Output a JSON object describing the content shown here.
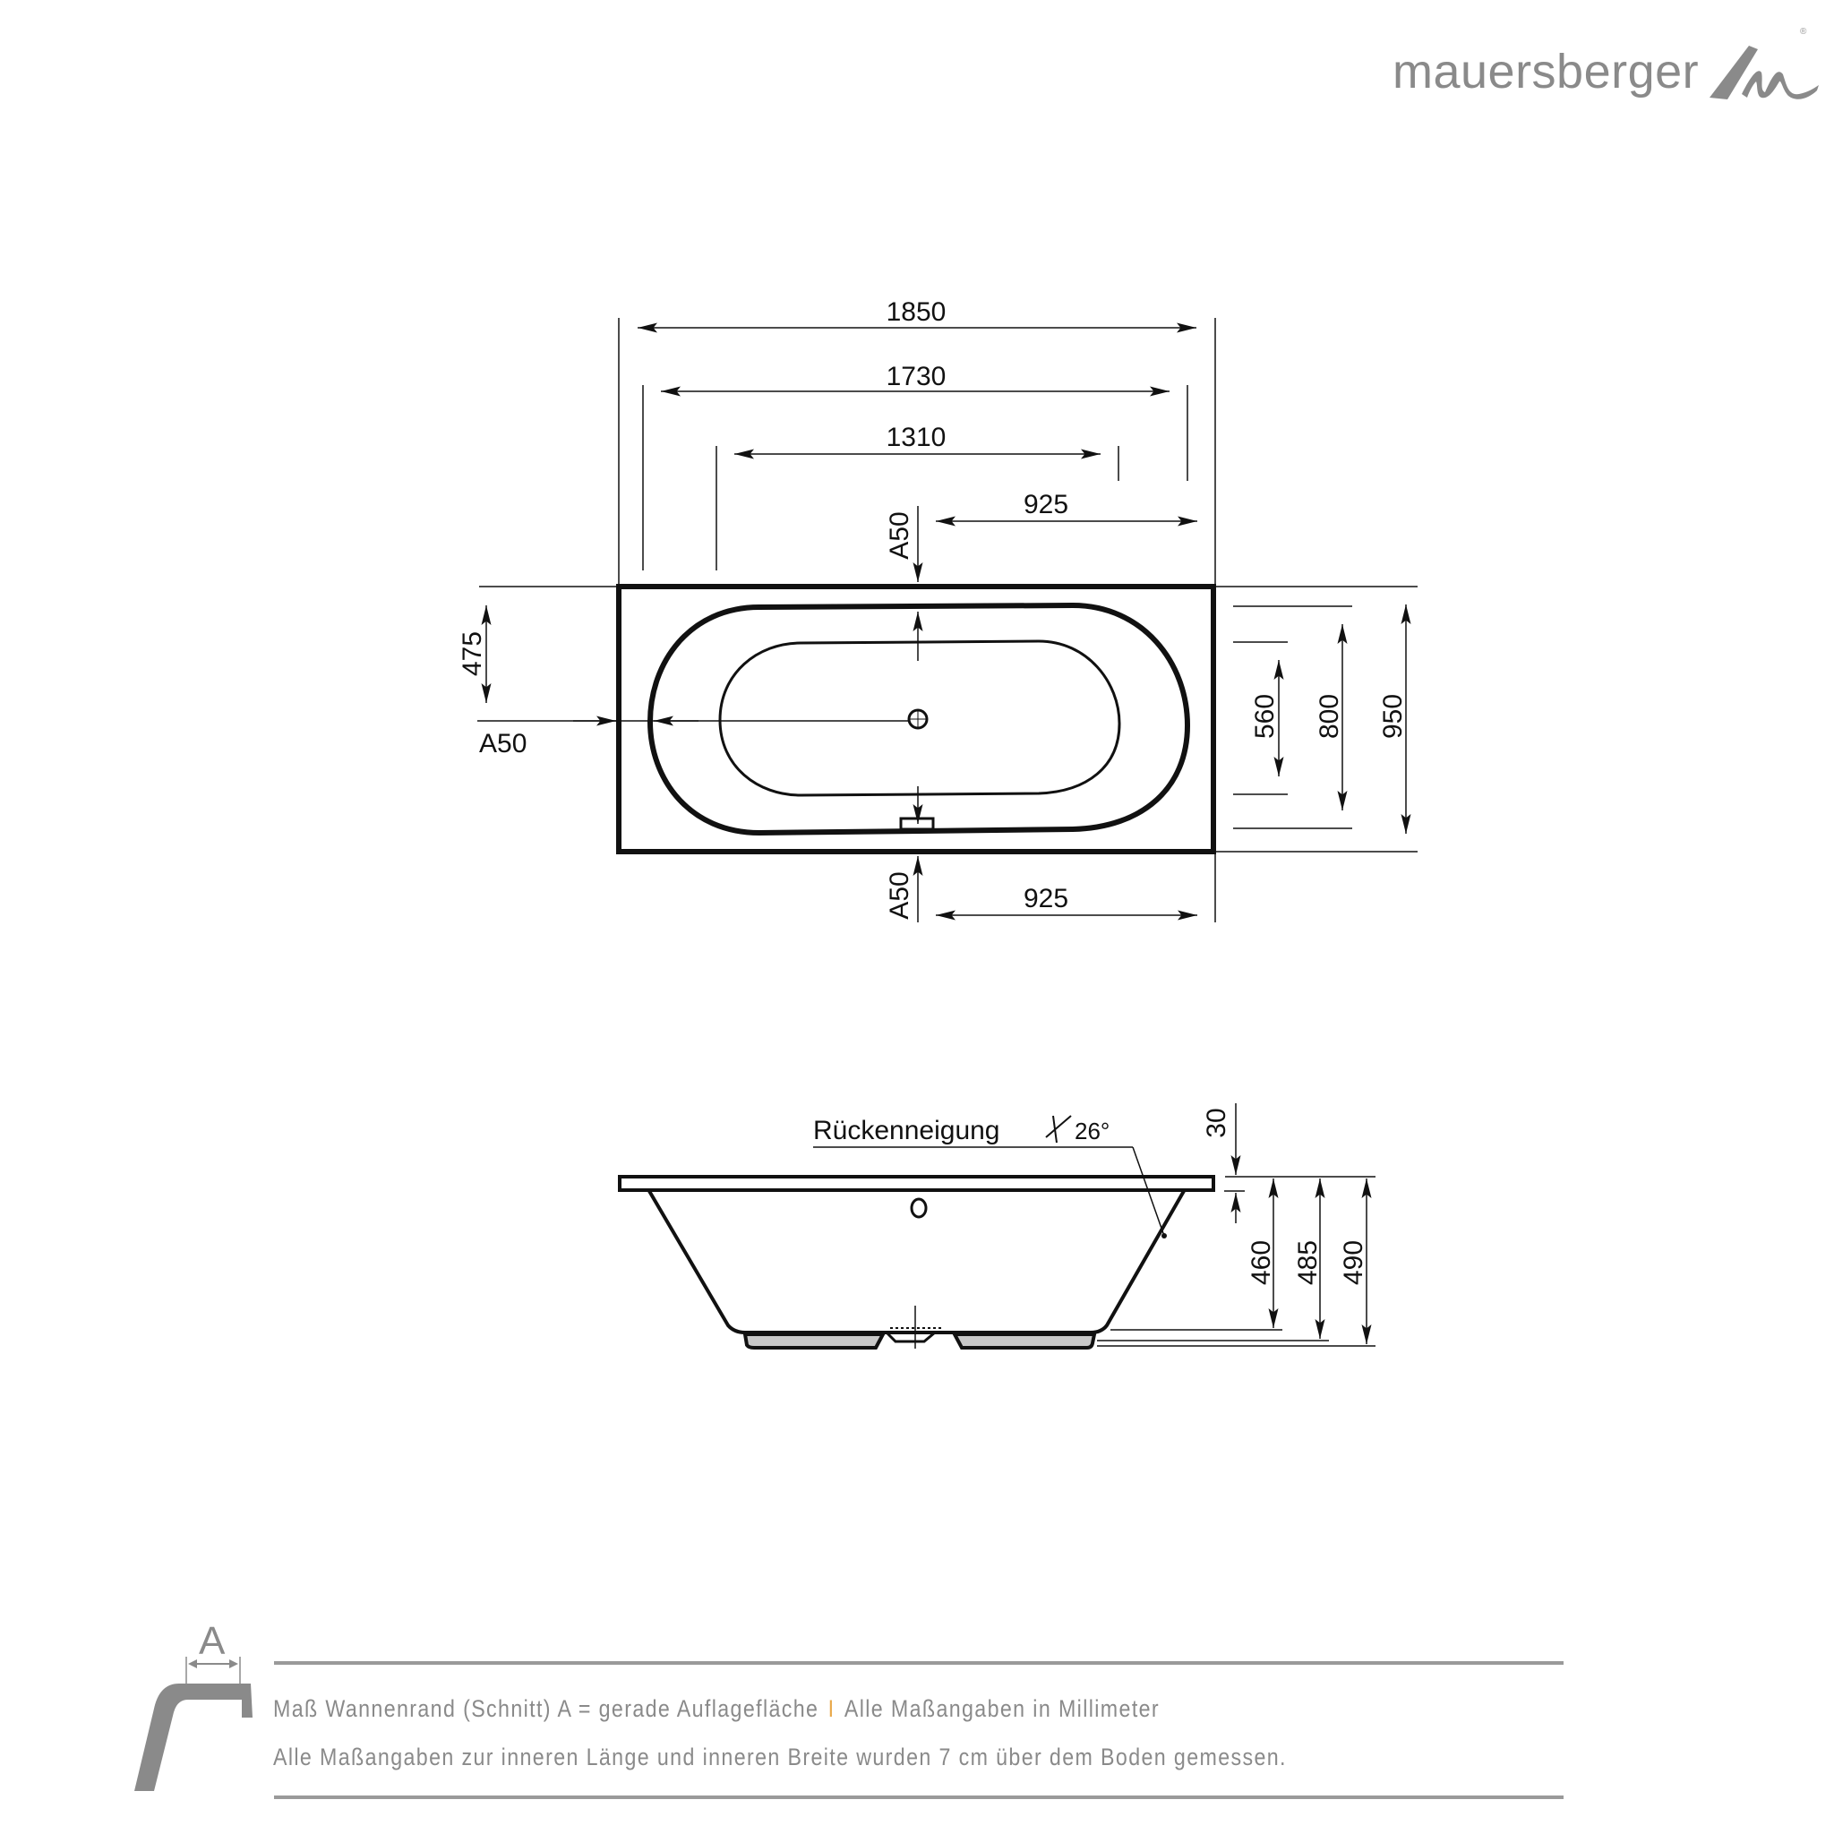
{
  "brand": {
    "name": "mauersberger",
    "registered_mark": "®",
    "color": "#8a8a8a"
  },
  "top_view": {
    "dimensions_horizontal": {
      "overall_length": "1850",
      "inner_length_rim": "1730",
      "inner_length_floor": "1310",
      "drain_offset_top": "925",
      "drain_offset_bottom": "925"
    },
    "dimensions_vertical": {
      "overall_width": "950",
      "inner_width_rim": "800",
      "inner_width_floor": "560",
      "drain_center_from_top": "475"
    },
    "rim_labels": {
      "left": "A50",
      "top": "A50",
      "bottom": "A50"
    }
  },
  "side_view": {
    "backrest_label": "Rückenneigung",
    "backrest_angle": "26°",
    "rim_thickness": "30",
    "inner_depth": "460",
    "depth_to_floor": "485",
    "overall_height": "490"
  },
  "footer": {
    "profile_label": "A",
    "line1_part1": "Maß Wannenrand (Schnitt) A = gerade Auflagefläche",
    "separator": "I",
    "line1_part2": "Alle Maßangaben in Millimeter",
    "line2": "Alle Maßangaben zur inneren Länge und inneren Breite wurden 7 cm über dem Boden gemessen.",
    "accent_color": "#e8a84a",
    "text_color": "#8a8a8a"
  }
}
